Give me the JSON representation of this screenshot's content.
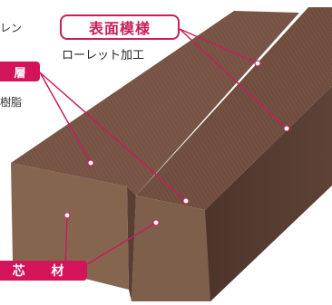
{
  "surface_callout": {
    "title": "表面模様",
    "subtitle": "ローレット加工"
  },
  "left_labels": {
    "top_text": "レン",
    "tag": "層",
    "sub_text": "樹脂"
  },
  "core_label": "芯 材",
  "colors": {
    "accent": "#d4145a",
    "wood_top": "#7a5647",
    "wood_side": "#5a3e33",
    "wood_end": "#8a6a56"
  }
}
